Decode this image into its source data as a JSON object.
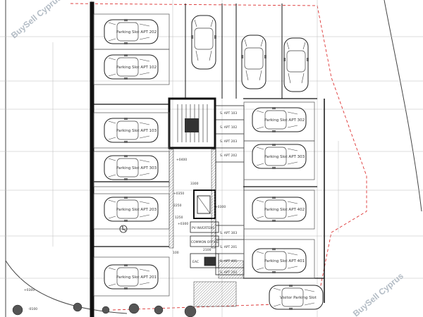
{
  "watermarks": {
    "top_left": "BuySell Cyprus",
    "bottom_right": "BuySell Cyprus"
  },
  "car_labels": [
    "Parking Slot APT 202",
    "Parking Slot APT 102",
    "Parking Slot APT 103",
    "Parking Slot APT 303",
    "Parking Slot APT 203",
    "Parking Slot APT 201",
    "Parking Slot APT 302",
    "Parking Slot APT 303",
    "Parking Slot APT 402",
    "Parking Slot APT 401",
    "Visitor Parking Slot"
  ],
  "storage_labels": [
    "S. APT 103",
    "S. APT 102",
    "S. APT 203",
    "S. APT 202",
    "S. APT 303",
    "S. APT 201",
    "S. APT 401",
    "S. APT 202"
  ],
  "room_labels": {
    "common_office": "COMMON OFFICE",
    "eac": "EAC",
    "pv_inverters": "PV INVERTERS"
  },
  "dimensions": {
    "d1": "+0400",
    "d2": "3300",
    "d3": "+0350",
    "d4": "2250",
    "d5": "1250",
    "d6": "+0300",
    "d7": "2100",
    "d8": "+0300",
    "d9": "-0100",
    "d10": "100",
    "d11": "+0300"
  }
}
